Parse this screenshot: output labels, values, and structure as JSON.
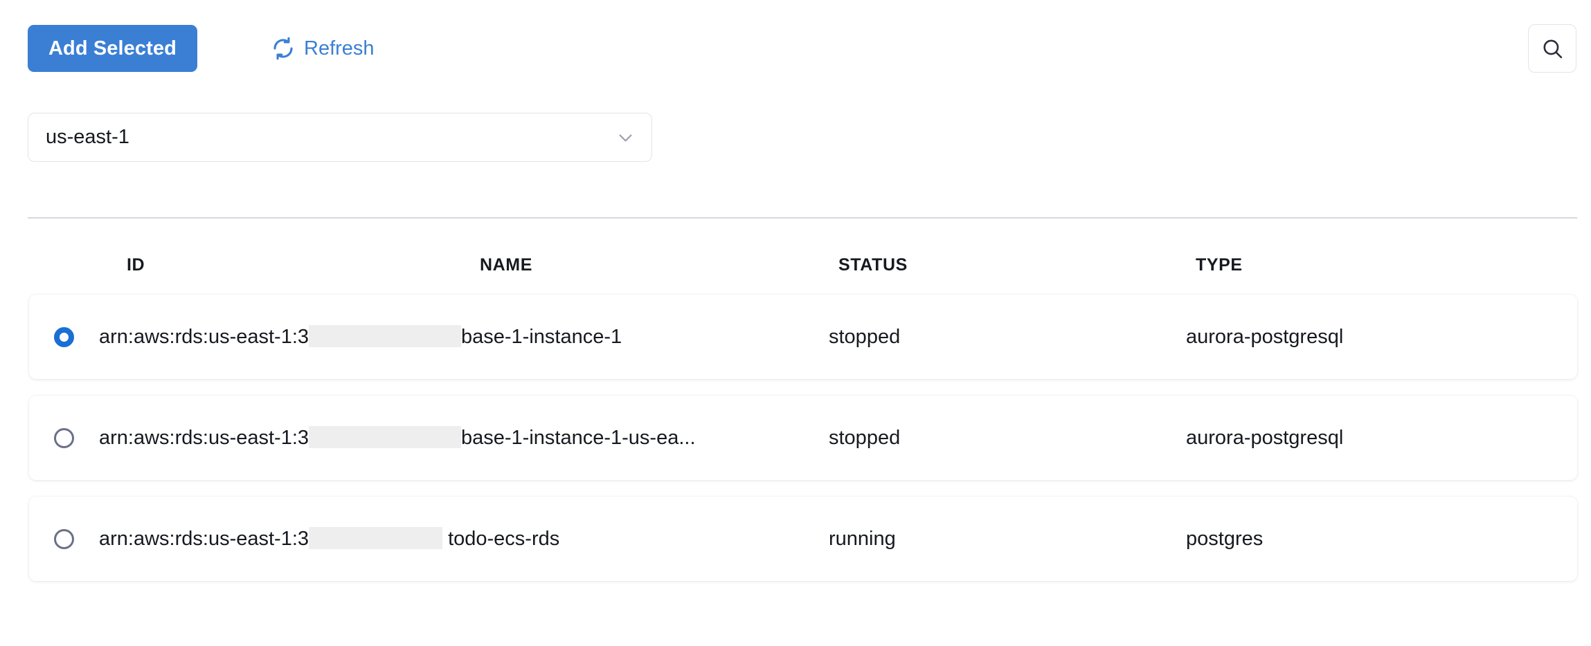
{
  "toolbar": {
    "add_selected_label": "Add Selected",
    "refresh_label": "Refresh",
    "refresh_icon": "refresh-icon",
    "search_icon": "search-icon",
    "accent_color": "#3b7fd4"
  },
  "region_select": {
    "value": "us-east-1",
    "chevron_icon": "chevron-down-icon",
    "options": [
      "us-east-1"
    ]
  },
  "table": {
    "columns": [
      {
        "key": "id",
        "label": "ID"
      },
      {
        "key": "name",
        "label": "NAME"
      },
      {
        "key": "status",
        "label": "STATUS"
      },
      {
        "key": "type",
        "label": "TYPE"
      }
    ],
    "rows": [
      {
        "selected": true,
        "arn_prefix": "arn:aws:rds:us-east-1:3",
        "redaction_width": 220,
        "arn_suffix": "base-1-instance-1",
        "status": "stopped",
        "type": "aurora-postgresql"
      },
      {
        "selected": false,
        "arn_prefix": "arn:aws:rds:us-east-1:3",
        "redaction_width": 220,
        "arn_suffix": "base-1-instance-1-us-ea...",
        "status": "stopped",
        "type": "aurora-postgresql"
      },
      {
        "selected": false,
        "arn_prefix": "arn:aws:rds:us-east-1:3",
        "redaction_width": 193,
        "arn_suffix": " todo-ecs-rds",
        "status": "running",
        "type": "postgres"
      }
    ]
  }
}
